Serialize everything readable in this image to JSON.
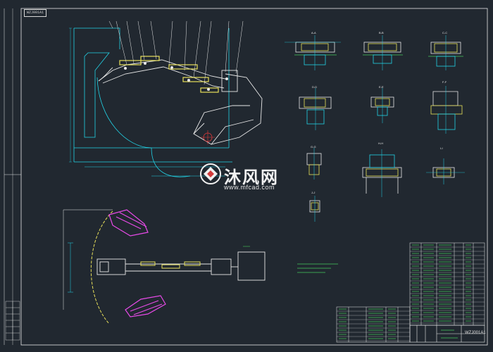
{
  "drawing": {
    "top_tag": "WZJ001A1",
    "watermark_text": "沐风网",
    "watermark_url": "www.mfcad.com",
    "title_block_code": "WZJ001A1"
  },
  "sections": [
    {
      "label": "A-A"
    },
    {
      "label": "B-B"
    },
    {
      "label": "C-C"
    },
    {
      "label": "D-D"
    },
    {
      "label": "E-E"
    },
    {
      "label": "F-F"
    },
    {
      "label": "G-G"
    },
    {
      "label": "H-H"
    },
    {
      "label": "I-I"
    },
    {
      "label": "J-J"
    }
  ],
  "colors": {
    "background": "#212830",
    "linework": "#e8e8e8",
    "cyan": "#22d3e6",
    "yellow": "#e8e05a",
    "green": "#46c85a",
    "magenta": "#e84ae8",
    "red": "#e83a3a"
  }
}
